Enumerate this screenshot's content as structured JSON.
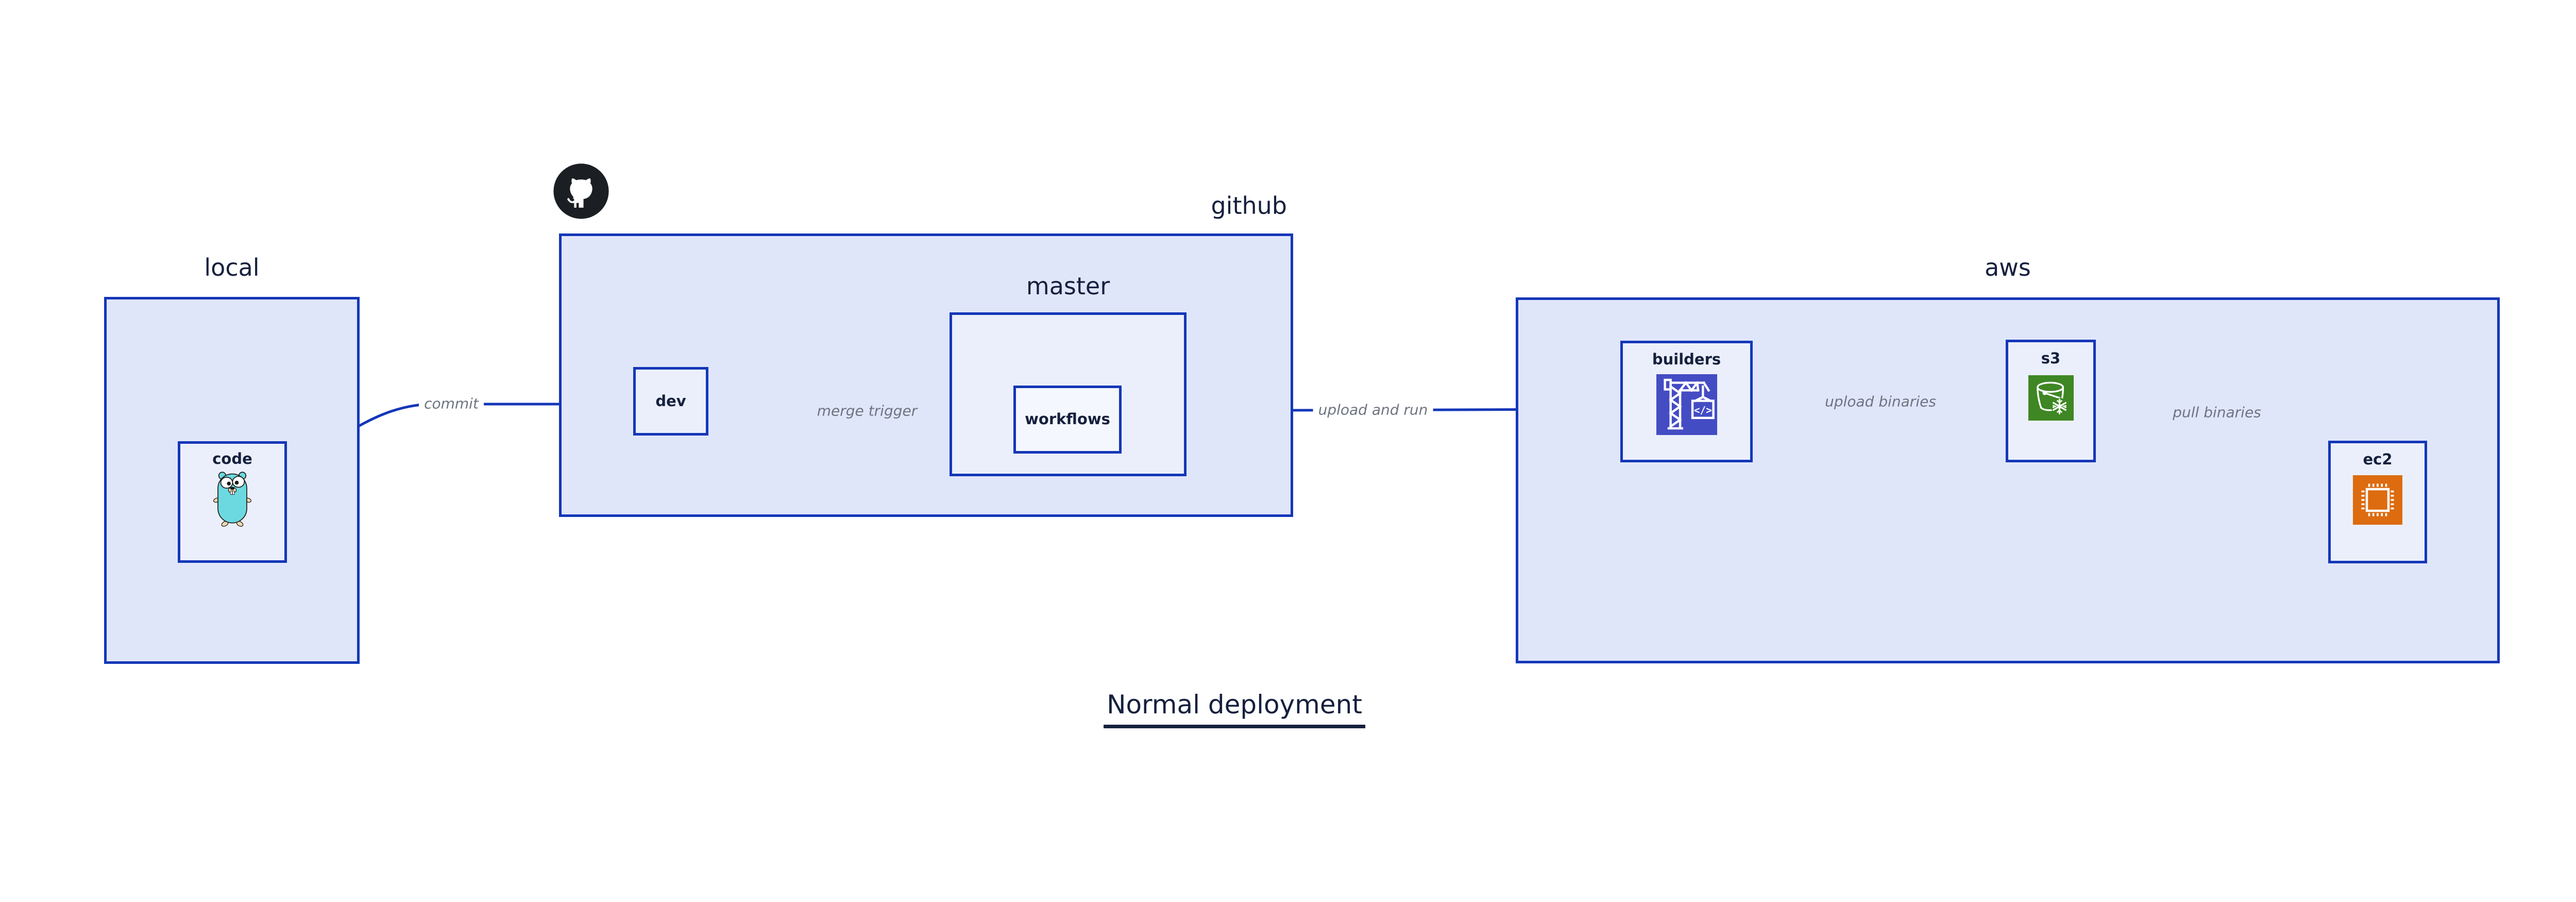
{
  "title": "Normal deployment",
  "containers": {
    "local": {
      "label": "local"
    },
    "github": {
      "label": "github"
    },
    "master": {
      "label": "master"
    },
    "aws": {
      "label": "aws"
    }
  },
  "nodes": {
    "code": {
      "label": "code"
    },
    "dev": {
      "label": "dev"
    },
    "workflows": {
      "label": "workflows"
    },
    "builders": {
      "label": "builders"
    },
    "s3": {
      "label": "s3"
    },
    "ec2": {
      "label": "ec2"
    }
  },
  "edges": {
    "commit": {
      "label": "commit"
    },
    "merge_trigger": {
      "label": "merge trigger"
    },
    "upload_and_run": {
      "label": "upload and run"
    },
    "upload_binaries": {
      "label": "upload binaries"
    },
    "pull_binaries": {
      "label": "pull binaries"
    }
  },
  "icons": {
    "gopher": "go-gopher-icon",
    "octocat": "github-octocat-icon",
    "builders": "codebuild-crane-icon",
    "s3": "s3-bucket-snowflake-icon",
    "ec2": "ec2-chip-icon",
    "codebuild_glyph": "</>"
  },
  "colors": {
    "accent_blue": "#1437b8",
    "text_navy": "#15203e",
    "edge_label_gray": "#6e7480",
    "container_fill": "#e0e6fa",
    "node_fill": "#ebeffb",
    "builders_icon_bg": "#444cc4",
    "s3_icon_bg": "#3e8724",
    "ec2_icon_bg": "#dd6b10",
    "gopher_teal": "#6cd9e0"
  }
}
